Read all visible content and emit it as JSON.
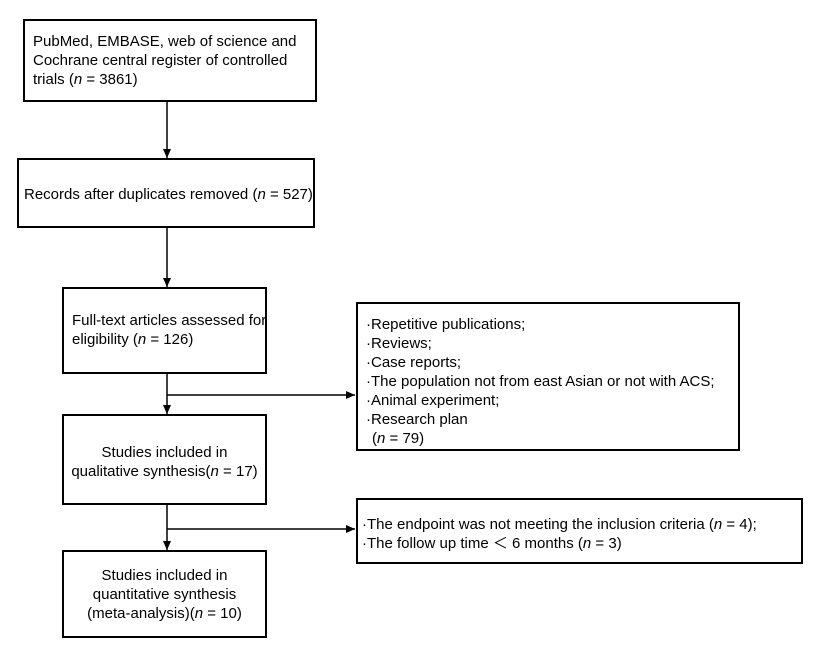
{
  "boxes": {
    "search": {
      "line1": "PubMed, EMBASE, web of science and",
      "line2": "Cochrane central register of controlled",
      "line3_pre": "trials (",
      "n_var": "n",
      "line3_post": " = 3861)"
    },
    "duplicates": {
      "pre": "Records after duplicates removed (",
      "n_var": "n",
      "post": " = 527)"
    },
    "fulltext": {
      "line1": "Full-text articles assessed for",
      "line2_pre": "eligibility (",
      "n_var": "n",
      "line2_post": " = 126)"
    },
    "qualitative": {
      "line1": "Studies included in",
      "line2_pre": "qualitative synthesis(",
      "n_var": "n",
      "line2_post": " = 17)"
    },
    "quantitative": {
      "line1": "Studies included in",
      "line2": "quantitative synthesis",
      "line3_pre": "(meta-analysis)(",
      "n_var": "n",
      "line3_post": " = 10)"
    },
    "exclusion1": {
      "items": [
        "·Repetitive publications;",
        "·Reviews;",
        "·Case reports;",
        "·The population not from east Asian or not with ACS;",
        "·Animal experiment;",
        "·Research plan"
      ],
      "total_pre": "(",
      "n_var": "n",
      "total_post": " = 79)"
    },
    "exclusion2": {
      "line1_pre": "·The endpoint was not meeting the inclusion criteria (",
      "line1_var": "n",
      "line1_post": " = 4);",
      "line2_pre": "·The follow up time ＜ 6 months (",
      "line2_var": "n",
      "line2_post": " = 3)"
    }
  }
}
